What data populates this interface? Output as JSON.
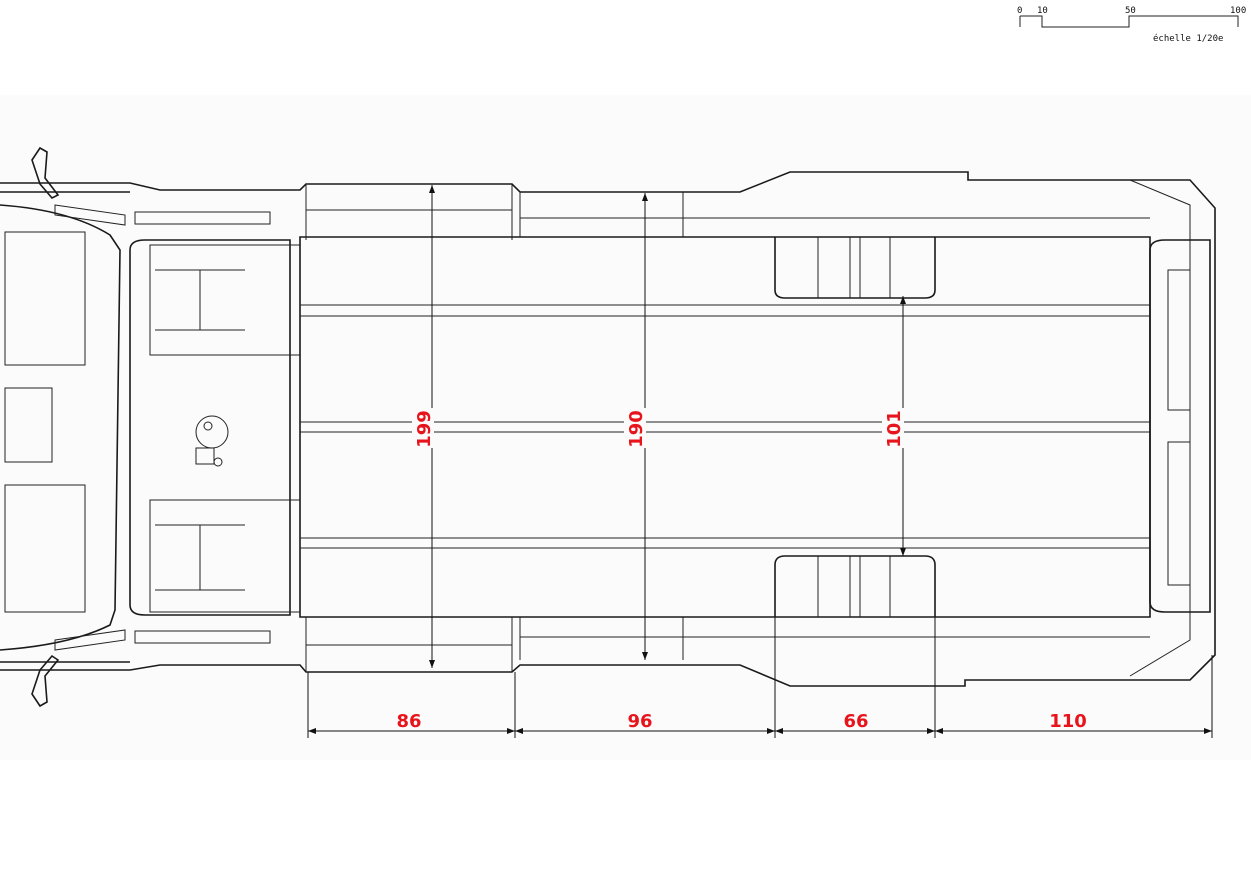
{
  "scale_bar": {
    "ticks": [
      "0",
      "10",
      "50",
      "100"
    ],
    "caption": "échelle 1/20e"
  },
  "dimensions": {
    "vertical": [
      {
        "label": "199"
      },
      {
        "label": "190"
      },
      {
        "label": "101"
      }
    ],
    "horizontal": [
      {
        "label": "86"
      },
      {
        "label": "96"
      },
      {
        "label": "66"
      },
      {
        "label": "110"
      }
    ]
  },
  "colors": {
    "dimension_text": "#e8141b",
    "lines": "#1a1a1a"
  }
}
